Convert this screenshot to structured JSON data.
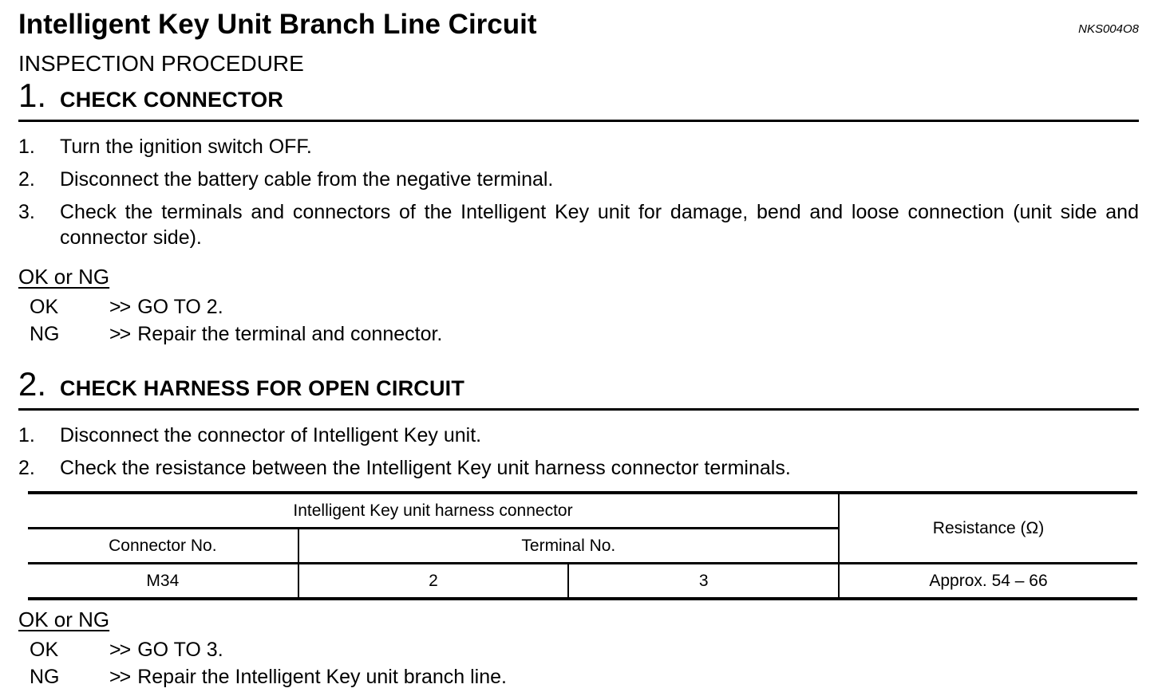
{
  "page": {
    "title": "Intelligent Key Unit Branch Line Circuit",
    "doc_code": "NKS004O8",
    "subtitle": "INSPECTION PROCEDURE"
  },
  "sections": [
    {
      "number": "1.",
      "heading": "CHECK CONNECTOR",
      "steps": [
        {
          "num": "1.",
          "text": "Turn the ignition switch OFF."
        },
        {
          "num": "2.",
          "text": "Disconnect the battery cable from the negative terminal."
        },
        {
          "num": "3.",
          "text": "Check the terminals and connectors of the Intelligent Key unit for damage, bend and loose connection (unit side and connector side)."
        }
      ],
      "decision_label": "OK or NG",
      "results": [
        {
          "label": "OK",
          "marker": ">>",
          "action": "GO TO 2."
        },
        {
          "label": "NG",
          "marker": ">>",
          "action": "Repair the terminal and connector."
        }
      ]
    },
    {
      "number": "2.",
      "heading": "CHECK HARNESS FOR OPEN CIRCUIT",
      "steps": [
        {
          "num": "1.",
          "text": "Disconnect the connector of Intelligent Key unit."
        },
        {
          "num": "2.",
          "text": "Check the resistance between the Intelligent Key unit harness connector terminals."
        }
      ],
      "table": {
        "group_header": "Intelligent Key unit harness connector",
        "col_connector": "Connector No.",
        "col_terminal": "Terminal No.",
        "col_resistance": "Resistance (Ω)",
        "row": {
          "connector_no": "M34",
          "terminal_1": "2",
          "terminal_2": "3",
          "resistance": "Approx. 54 – 66"
        }
      },
      "decision_label": "OK or NG",
      "results": [
        {
          "label": "OK",
          "marker": ">>",
          "action": "GO TO 3."
        },
        {
          "label": "NG",
          "marker": ">>",
          "action": "Repair the Intelligent Key unit branch line."
        }
      ]
    }
  ]
}
